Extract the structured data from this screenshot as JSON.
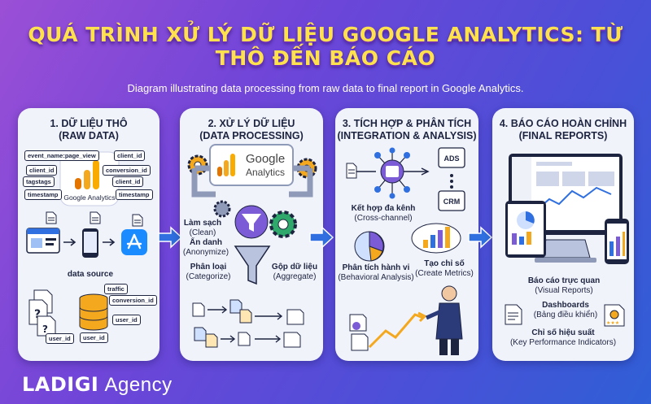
{
  "title": "QUÁ TRÌNH XỬ LÝ DỮ LIỆU GOOGLE ANALYTICS: TỪ THÔ ĐẾN BÁO CÁO",
  "subtitle": "Diagram illustrating data processing from raw data to final report in Google Analytics.",
  "brand": {
    "part1": "LADIGI",
    "part2": "Agency"
  },
  "panels": [
    {
      "title_line1": "1. DỮ LIỆU THÔ",
      "title_line2": "(RAW DATA)",
      "tags": [
        "event_name:page_view",
        "client_id",
        "client_id",
        "conversion_id",
        "tagstags",
        "client_id",
        "timestamp",
        "timestamp"
      ],
      "ga_label": "Google Analytics",
      "source_label": "data source",
      "doc_tags": [
        "traffic",
        "conversion_id",
        "user_id",
        "user_id",
        "user_id"
      ]
    },
    {
      "title_line1": "2. XỬ LÝ DỮ LIỆU",
      "title_line2": "(DATA PROCESSING)",
      "ga_word1": "Google",
      "ga_word2": "Analytics",
      "steps": [
        {
          "vi": "Làm sạch",
          "en": "(Clean)"
        },
        {
          "vi": "Ẩn danh",
          "en": "(Anonymize)"
        },
        {
          "vi": "Phân loại",
          "en": "(Categorize)"
        },
        {
          "vi": "Gộp dữ liệu",
          "en": "(Aggregate)"
        }
      ]
    },
    {
      "title_line1": "3. TÍCH HỢP & PHÂN TÍCH",
      "title_line2": "(INTEGRATION & ANALYSIS)",
      "ads": "ADS",
      "crm": "CRM",
      "items": [
        {
          "vi": "Kết hợp đa kênh",
          "en": "(Cross-channel)"
        },
        {
          "vi": "Phân tích hành vi",
          "en": "(Behavioral Analysis)"
        },
        {
          "vi": "Tạo chỉ số",
          "en": "(Create Metrics)"
        }
      ]
    },
    {
      "title_line1": "4. BÁO CÁO HOÀN CHỈNH",
      "title_line2": "(FINAL REPORTS)",
      "items": [
        {
          "vi": "Báo cáo trực quan",
          "en": "(Visual Reports)"
        },
        {
          "vi": "Dashboards",
          "en": "(Bảng điều khiển)"
        },
        {
          "vi": "Chỉ số hiệu suất",
          "en": "(Key Performance Indicators)"
        }
      ]
    }
  ],
  "colors": {
    "title": "#ffe14d",
    "accent_blue": "#2f6fe0",
    "ga_orange": "#f4a81d",
    "panel_bg": "#f1f3fb"
  }
}
